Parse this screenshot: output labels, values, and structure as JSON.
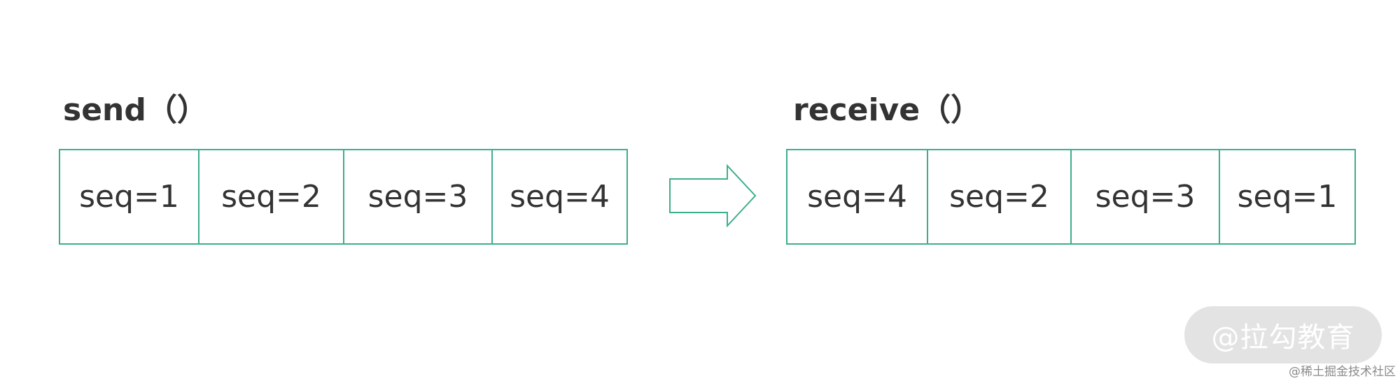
{
  "send": {
    "title": "send（）",
    "cells": [
      "seq=1",
      "seq=2",
      "seq=3",
      "seq=4"
    ]
  },
  "receive": {
    "title": "receive（）",
    "cells": [
      "seq=4",
      "seq=2",
      "seq=3",
      "seq=1"
    ]
  },
  "arrow_icon": "right-arrow-outline-icon",
  "watermark": "@拉勾教育",
  "credit": "@稀土掘金技术社区",
  "colors": {
    "border": "#3dae8c",
    "text": "#333333",
    "badge": "#e3e3e3"
  }
}
